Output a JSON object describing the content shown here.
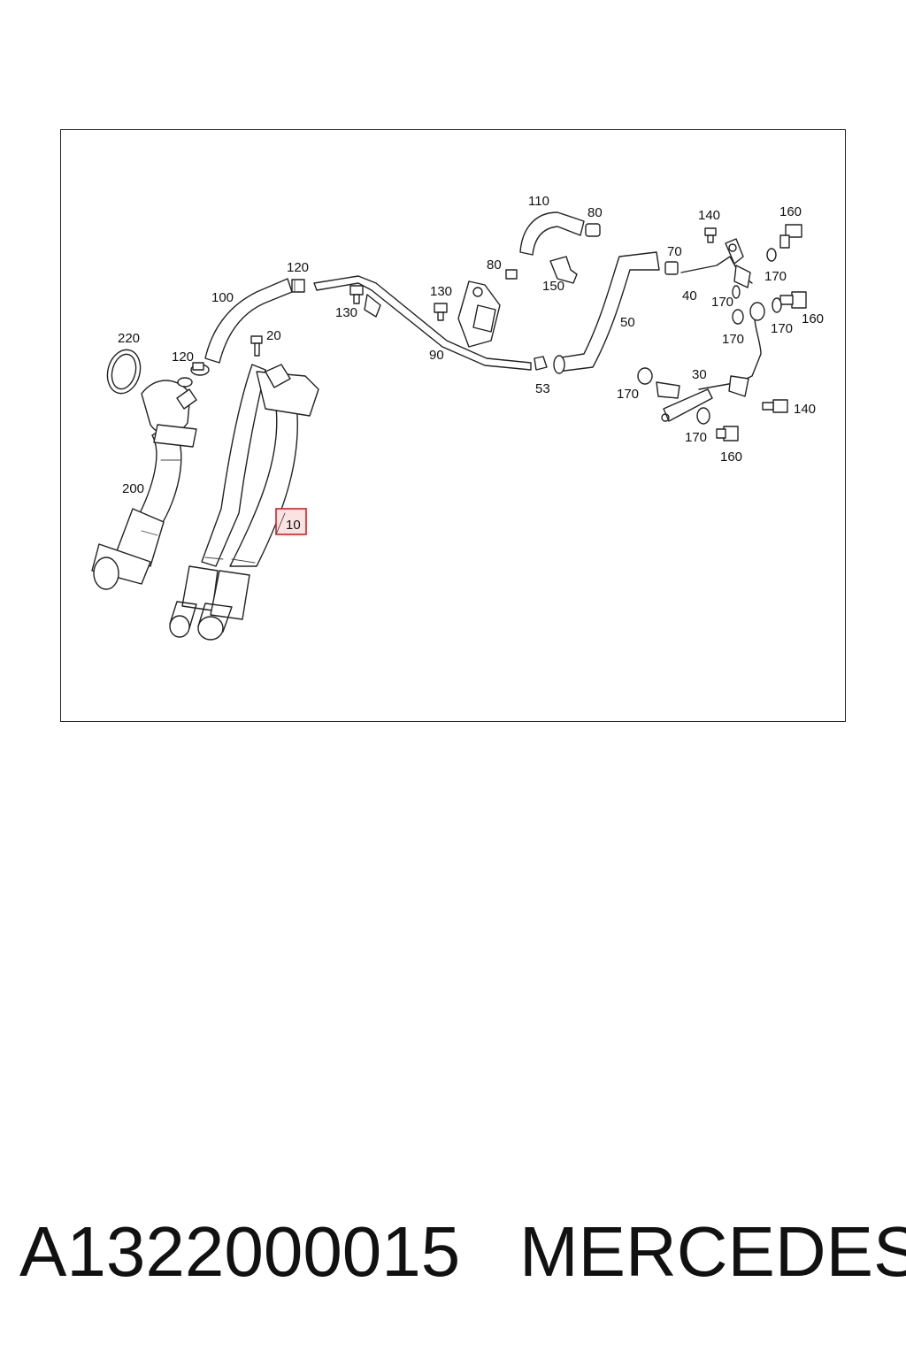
{
  "diagram": {
    "callouts": {
      "c110": "110",
      "c80a": "80",
      "c140a": "140",
      "c160a": "160",
      "c120a": "120",
      "c80b": "80",
      "c70": "70",
      "c100": "100",
      "c130a": "130",
      "c130b": "130",
      "c150": "150",
      "c40": "40",
      "c170a": "170",
      "c170b": "170",
      "c160b": "160",
      "c220": "220",
      "c20": "20",
      "c50": "50",
      "c170c": "170",
      "c170d": "170",
      "c120b": "120",
      "c90": "90",
      "c53": "53",
      "c30": "30",
      "c170e": "170",
      "c140b": "140",
      "c200": "200",
      "c170f": "170",
      "c160c": "160",
      "c10": "10"
    },
    "highlighted_part": "10",
    "highlight_color": "#d42020"
  },
  "caption": {
    "part_number": "A1322000015",
    "brand": "MERCEDES"
  }
}
